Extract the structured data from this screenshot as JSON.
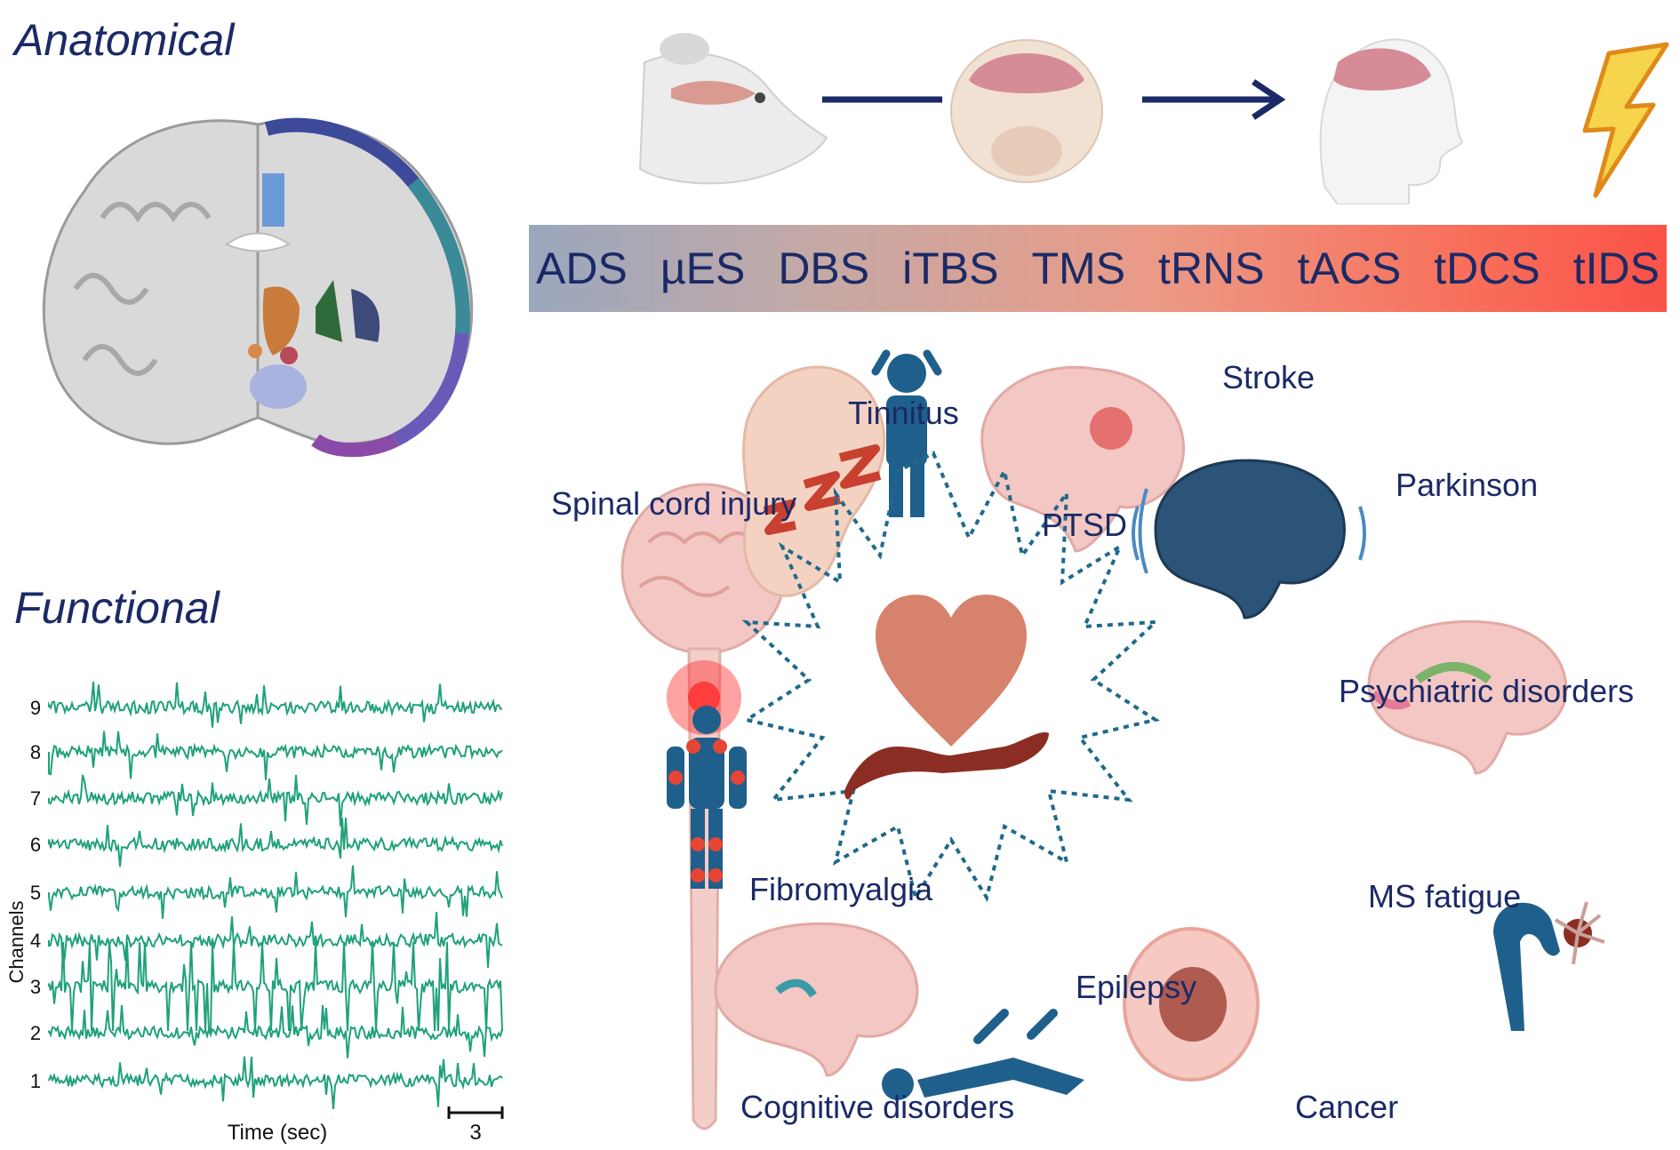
{
  "sections": {
    "anatomical": "Anatomical",
    "functional": "Functional"
  },
  "techniques": [
    "ADS",
    "µES",
    "DBS",
    "iTBS",
    "TMS",
    "tRNS",
    "tACS",
    "tDCS",
    "tIDS"
  ],
  "conditions": {
    "tinnitus": "Tinnitus",
    "ptsd": "PTSD",
    "stroke": "Stroke",
    "spinal": "Spinal cord injury",
    "parkinson": "Parkinson",
    "psychiatric": "Psychiatric disorders",
    "fibromyalgia": "Fibromyalgia",
    "ms_fatigue": "MS fatigue",
    "epilepsy": "Epilepsy",
    "cognitive": "Cognitive disorders",
    "cancer": "Cancer"
  },
  "eeg": {
    "channels": [
      "1",
      "2",
      "3",
      "4",
      "5",
      "6",
      "7",
      "8",
      "9"
    ],
    "ylabel": "Channels",
    "xlabel": "Time (sec)",
    "scale": "3",
    "color": "#1fa17a"
  },
  "colors": {
    "navy": "#1b2a66",
    "icon_blue": "#1f5f8b",
    "heart": "#d7826c",
    "hand": "#8b2d22",
    "bolt": "#f6d44c"
  },
  "icons": [
    "rat-head-icon",
    "monkey-head-icon",
    "human-head-icon",
    "lightning-bolt-icon",
    "brain-icon",
    "ear-icon",
    "person-distress-icon",
    "heart-in-hand-icon",
    "spinal-cord-icon",
    "body-pain-points-icon",
    "patient-lying-icon",
    "cancer-cell-icon",
    "neuron-icon"
  ]
}
